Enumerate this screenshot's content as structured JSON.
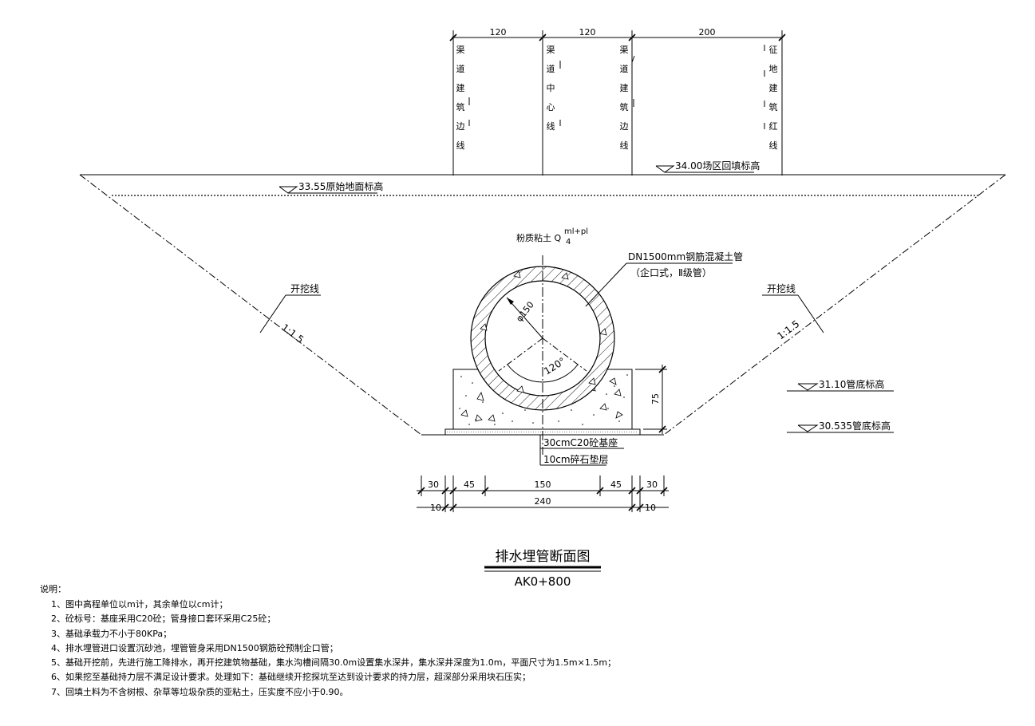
{
  "top_dims": [
    "120",
    "120",
    "200"
  ],
  "vertical_labels": {
    "left_edge": [
      "渠",
      "道",
      "建",
      "筑",
      "边",
      "线"
    ],
    "center": [
      "渠",
      "道",
      "中",
      "心",
      "线"
    ],
    "right_edge": [
      "渠",
      "道",
      "建",
      "筑",
      "边",
      "线"
    ],
    "red_line": [
      "征",
      "地",
      "建",
      "筑",
      "红",
      "线"
    ]
  },
  "elevations": {
    "fill": "34.00场区回填标高",
    "original": "33.55原始地面标高",
    "pipe_bottom_1": "31.10管底标高",
    "pipe_bottom_2": "30.535管底标高"
  },
  "soil": {
    "label": "粉质粘土 Q",
    "sub": "4",
    "sup": "ml+pl"
  },
  "pipe": {
    "name": "DN1500mm钢筋混凝土管",
    "spec": "（企口式，Ⅱ级管）",
    "diameter": "φ150",
    "angle": "120°"
  },
  "excavation": {
    "label": "开挖线",
    "slope": "1:1.5"
  },
  "base_height": "75",
  "layers": [
    "30cmC20砼基座",
    "10cm碎石垫层"
  ],
  "bottom_dims": {
    "row1": [
      "30",
      "45",
      "150",
      "45",
      "30"
    ],
    "row2": [
      "10",
      "240",
      "10"
    ]
  },
  "title": "排水埋管断面图",
  "subtitle": "AK0+800",
  "notes_heading": "说明：",
  "notes": [
    "1、图中高程单位以m计，其余单位以cm计；",
    "2、砼标号：基座采用C20砼；管身接口套环采用C25砼；",
    "3、基础承载力不小于80KPa；",
    "4、排水埋管进口设置沉砂池，埋管管身采用DN1500钢筋砼预制企口管；",
    "5、基础开挖前，先进行施工降排水，再开挖建筑物基础，集水沟槽间隔30.0m设置集水深井，集水深井深度为1.0m，平面尺寸为1.5m×1.5m；",
    "6、如果挖至基础持力层不满足设计要求。处理如下：基础继续开挖探坑至达到设计要求的持力层，超深部分采用块石压实；",
    "7、回填土料为不含树根、杂草等垃圾杂质的亚粘土，压实度不应小于0.90。"
  ]
}
